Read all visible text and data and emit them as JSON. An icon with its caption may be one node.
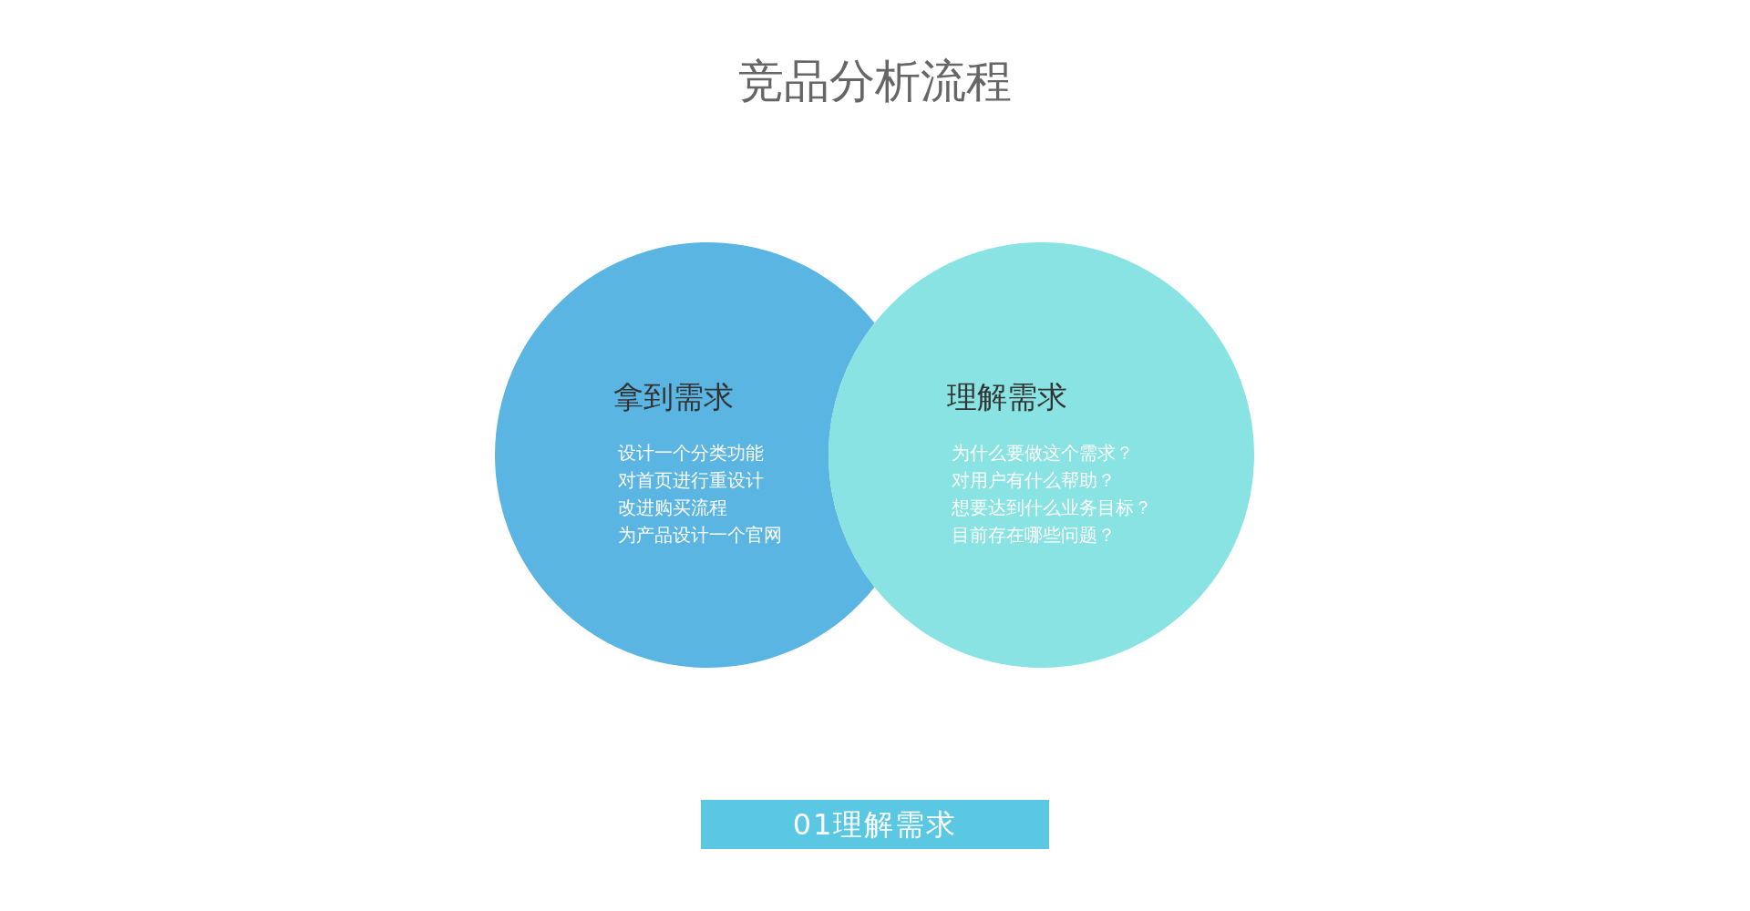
{
  "diagram": {
    "title": "竞品分析流程",
    "nodes": [
      {
        "text": [
          "拿到需求",
          "设计一个分类功能",
          "对首页进行重设计",
          "改进购买流程",
          "为产品设计一个官网"
        ]
      },
      {
        "text": [
          "理解需求",
          "为什么要做这个需求？",
          "对用户有什么帮助？",
          "想要达到什么业务目标？",
          "目前存在哪些问题？"
        ]
      },
      {
        "text": [
          "01理解需求"
        ]
      }
    ],
    "edges": []
  }
}
